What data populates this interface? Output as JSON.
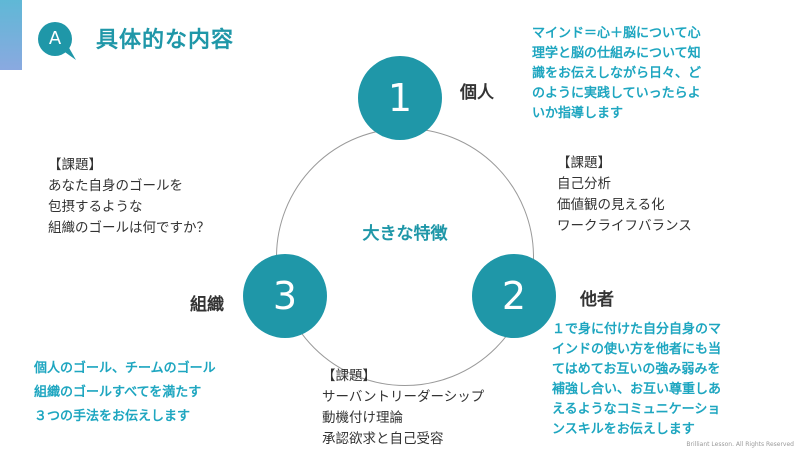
{
  "header": {
    "badge_letter": "A",
    "title": "具体的な内容"
  },
  "diagram": {
    "center_label": "大きな特徴",
    "nodes": [
      {
        "number": "1",
        "label": "個人"
      },
      {
        "number": "2",
        "label": "他者"
      },
      {
        "number": "3",
        "label": "組織"
      }
    ]
  },
  "issues": {
    "left": {
      "heading": "【課題】",
      "items": [
        "あなた自身のゴールを",
        "包摂するような",
        "組織のゴールは何ですか？"
      ]
    },
    "right": {
      "heading": "【課題】",
      "items": [
        "自己分析",
        "価値観の見える化",
        "ワークライフバランス"
      ]
    },
    "bottom": {
      "heading": "【課題】",
      "items": [
        "サーバントリーダーシップ",
        "動機付け理論",
        "承認欲求と自己受容"
      ]
    }
  },
  "descriptions": {
    "top": [
      "マインド＝心＋脳について心",
      "理学と脳の仕組みについて知",
      "識をお伝えしながら日々、ど",
      "のように実践していったらよ",
      "いか指導します"
    ],
    "right": [
      "１で身に付けた自分自身のマ",
      "インドの使い方を他者にも当",
      "てはめてお互いの強み弱みを",
      "補強し合い、お互い尊重しあ",
      "えるようなコミュニケーショ",
      "ンスキルをお伝えします"
    ],
    "left": [
      "個人のゴール、チームのゴール",
      "組織のゴールすべてを満たす",
      "３つの手法をお伝えします"
    ]
  },
  "footer": {
    "copyright": "Brilliant Lesson. All Rights Reserved"
  },
  "colors": {
    "accent": "#1f97a8",
    "text_blue": "#1ea6c0"
  }
}
